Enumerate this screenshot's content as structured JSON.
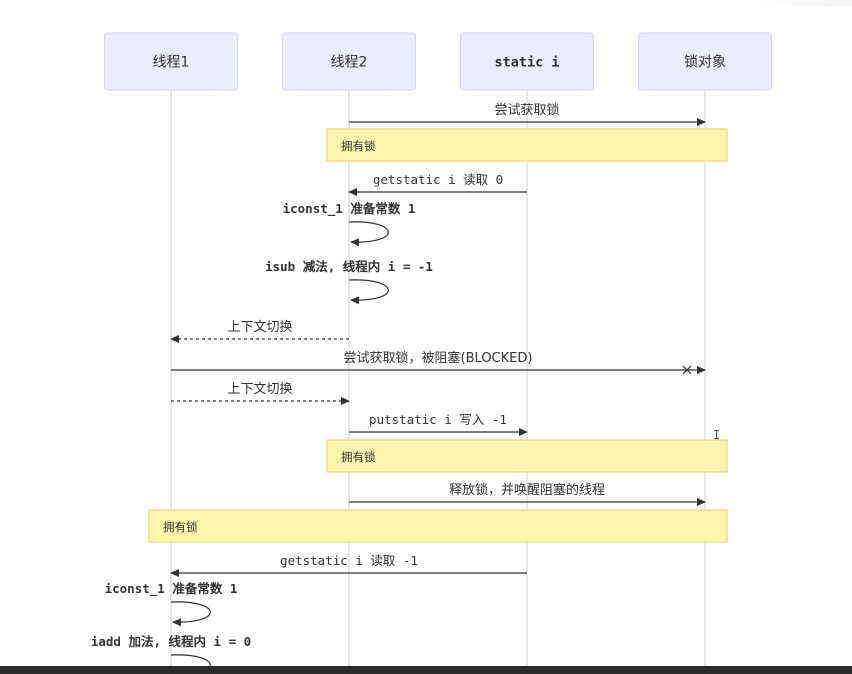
{
  "participants": [
    {
      "id": "t1",
      "label": "线程1"
    },
    {
      "id": "t2",
      "label": "线程2"
    },
    {
      "id": "si",
      "label": "static i"
    },
    {
      "id": "lock",
      "label": "锁对象"
    }
  ],
  "sequence": [
    {
      "kind": "message",
      "from": "t2",
      "to": "lock",
      "label": "尝试获取锁",
      "style": "solid",
      "font": "sans"
    },
    {
      "kind": "note",
      "over": [
        "t2",
        "lock"
      ],
      "label": "拥有锁"
    },
    {
      "kind": "message",
      "from": "si",
      "to": "t2",
      "label": "getstatic i 读取 0",
      "style": "solid",
      "font": "mono"
    },
    {
      "kind": "self",
      "at": "t2",
      "label": "iconst_1 准备常数 1"
    },
    {
      "kind": "self",
      "at": "t2",
      "label": "isub 减法, 线程内 i = -1"
    },
    {
      "kind": "message",
      "from": "t2",
      "to": "t1",
      "label": "上下文切换",
      "style": "dashed",
      "font": "sans"
    },
    {
      "kind": "message",
      "from": "t1",
      "to": "lock",
      "label": "尝试获取锁，被阻塞(BLOCKED)",
      "style": "solid",
      "font": "sans",
      "end": "cross"
    },
    {
      "kind": "message",
      "from": "t1",
      "to": "t2",
      "label": "上下文切换",
      "style": "dashed",
      "font": "sans"
    },
    {
      "kind": "message",
      "from": "t2",
      "to": "si",
      "label": "putstatic i 写入 -1",
      "style": "solid",
      "font": "mono"
    },
    {
      "kind": "note",
      "over": [
        "t2",
        "lock"
      ],
      "label": "拥有锁"
    },
    {
      "kind": "message",
      "from": "t2",
      "to": "lock",
      "label": "释放锁，并唤醒阻塞的线程",
      "style": "solid",
      "font": "sans"
    },
    {
      "kind": "note",
      "over": [
        "t1",
        "lock"
      ],
      "label": "拥有锁"
    },
    {
      "kind": "message",
      "from": "si",
      "to": "t1",
      "label": "getstatic i 读取 -1",
      "style": "solid",
      "font": "mono"
    },
    {
      "kind": "self",
      "at": "t1",
      "label": "iconst_1 准备常数 1"
    },
    {
      "kind": "self",
      "at": "t1",
      "label": "iadd 加法, 线程内 i = 0"
    }
  ],
  "colors": {
    "actor_fill": "#ECECFF",
    "note_fill": "#FFF5AD",
    "line": "#333333"
  },
  "cursor_glyph": "I"
}
